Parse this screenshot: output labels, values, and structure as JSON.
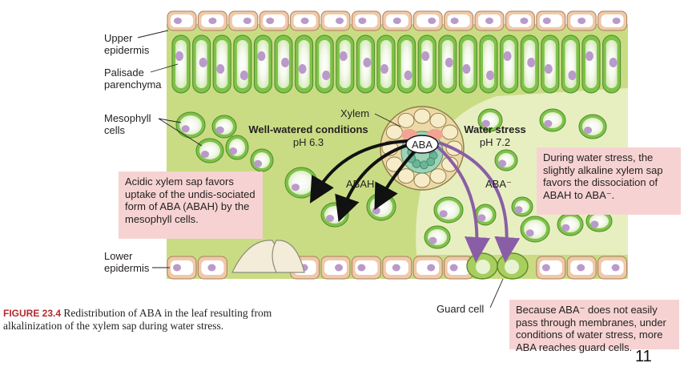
{
  "labels": {
    "upper_epidermis": [
      "Upper",
      "epidermis"
    ],
    "palisade": [
      "Palisade",
      "parenchyma"
    ],
    "mesophyll": [
      "Mesophyll",
      "cells"
    ],
    "lower_epidermis": [
      "Lower",
      "epidermis"
    ],
    "xylem": "Xylem",
    "guard_cell": "Guard cell"
  },
  "conditions": {
    "well_watered_title": "Well-watered conditions",
    "well_watered_ph": "pH 6.3",
    "water_stress_title": "Water stress",
    "water_stress_ph": "pH 7.2"
  },
  "species": {
    "aba": "ABA",
    "abah": "ABAH",
    "aba_minus": "ABA⁻"
  },
  "notes": {
    "acidic": "Acidic xylem sap favors uptake of the undis-sociated form of ABA (ABAH) by the mesophyll cells.",
    "alkaline": "During water stress, the slightly alkaline xylem sap favors the dissociation of ABAH to ABA⁻.",
    "guard": "Because ABA⁻ does not easily pass through membranes, under conditions of water stress, more ABA reaches guard cells."
  },
  "caption": {
    "figure_label": "FIGURE 23.4",
    "text": "Redistribution of ABA in the leaf resulting from alkalinization of the xylem sap during water stress."
  },
  "page_number": "11",
  "colors": {
    "leaf_green": "#c9dc84",
    "stress_green": "#e7efc1",
    "cell_green": "#7fc24a",
    "epidermis_peach": "#f0c9a8",
    "nucleus_purple": "#b99acb",
    "arrow_black": "#111111",
    "arrow_purple": "#8a5ea6",
    "note_pink": "#f6d3d2"
  }
}
